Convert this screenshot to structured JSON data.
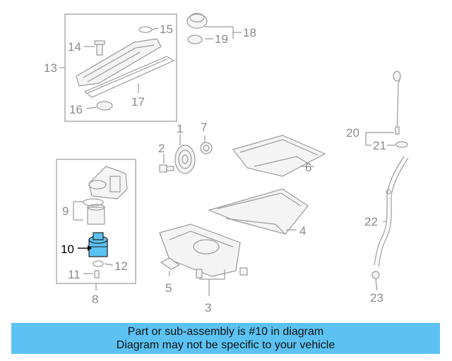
{
  "callouts": [
    {
      "id": "c1",
      "text": "1"
    },
    {
      "id": "c2",
      "text": "2"
    },
    {
      "id": "c3",
      "text": "3"
    },
    {
      "id": "c4",
      "text": "4"
    },
    {
      "id": "c5",
      "text": "5"
    },
    {
      "id": "c6",
      "text": "6"
    },
    {
      "id": "c7",
      "text": "7"
    },
    {
      "id": "c8",
      "text": "8"
    },
    {
      "id": "c9",
      "text": "9"
    },
    {
      "id": "c10",
      "text": "10"
    },
    {
      "id": "c11",
      "text": "11"
    },
    {
      "id": "c12",
      "text": "12"
    },
    {
      "id": "c13",
      "text": "13"
    },
    {
      "id": "c14",
      "text": "14"
    },
    {
      "id": "c15",
      "text": "15"
    },
    {
      "id": "c16",
      "text": "16"
    },
    {
      "id": "c17",
      "text": "17"
    },
    {
      "id": "c18",
      "text": "18"
    },
    {
      "id": "c19",
      "text": "19"
    },
    {
      "id": "c20",
      "text": "20"
    },
    {
      "id": "c21",
      "text": "21"
    },
    {
      "id": "c22",
      "text": "22"
    },
    {
      "id": "c23",
      "text": "23"
    }
  ],
  "highlight": {
    "part_number": "10",
    "color": "#5bc2f3"
  },
  "banner": {
    "line1": "Part or sub-assembly is #10 in diagram",
    "line2": "Diagram may not be specific to your vehicle",
    "background": "#5bc2f3"
  }
}
